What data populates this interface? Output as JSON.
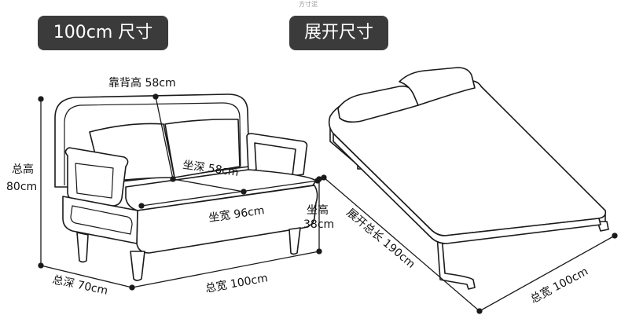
{
  "watermark": "方寸泥",
  "panels": {
    "left_title": "100cm 尺寸",
    "right_title": "展开尺寸"
  },
  "dims": {
    "back_height": "靠背高 58cm",
    "total_height_label": "总高",
    "total_height_value": "80cm",
    "seat_depth": "坐深 58cm",
    "seat_width": "坐宽 96cm",
    "seat_height_label": "坐高",
    "seat_height_value": "38cm",
    "total_depth": "总深 70cm",
    "total_width": "总宽 100cm",
    "unfolded_length": "展开总长 190cm",
    "unfolded_width": "总宽 100cm"
  },
  "colors": {
    "pill_bg": "#3b3b3b",
    "line": "#1a1a1a",
    "fill": "#ffffff"
  }
}
